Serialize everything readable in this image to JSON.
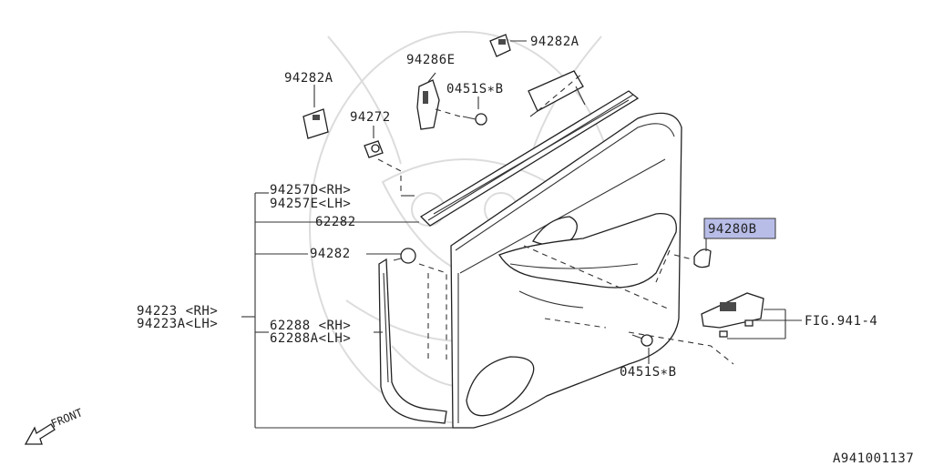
{
  "callouts": {
    "p94282A_top": "94282A",
    "p94282A_left": "94282A",
    "p94286E": "94286E",
    "p0451S_top": "0451S∗B",
    "p94272": "94272",
    "p94257D": "94257D<RH>",
    "p94257E": "94257E<LH>",
    "p62282": "62282",
    "p94282": "94282",
    "p94223": "94223 <RH>",
    "p94223A": "94223A<LH>",
    "p62288": "62288 <RH>",
    "p62288A": "62288A<LH>",
    "p0451S_bottom": "0451S∗B",
    "p94280B": "94280B",
    "fig_ref": "FIG.941-4"
  },
  "front_label": "FRONT",
  "diagram_id": "A941001137",
  "colors": {
    "highlight": "#b8bde8",
    "line": "#333333"
  }
}
